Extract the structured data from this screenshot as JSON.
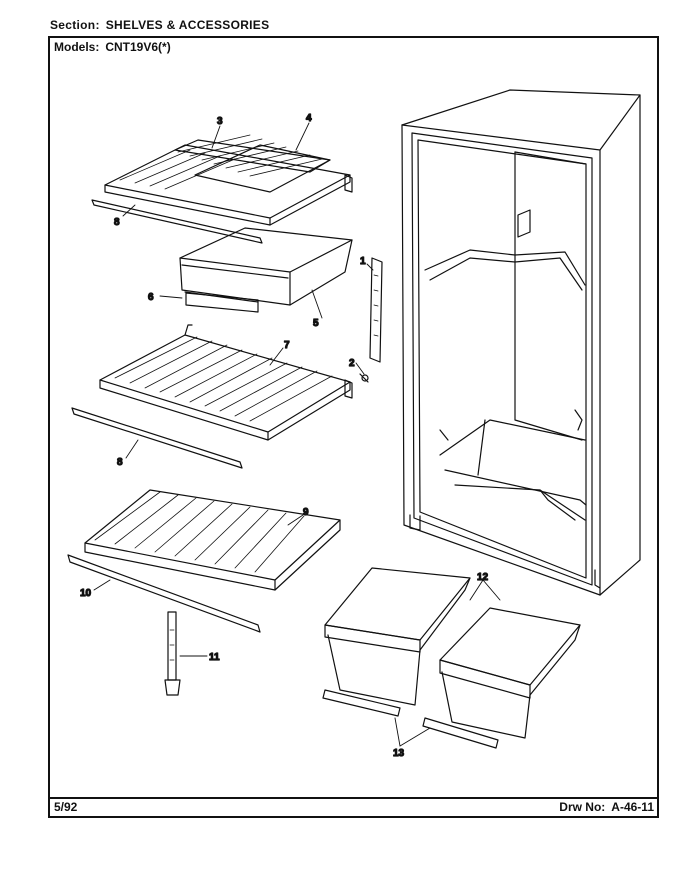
{
  "header": {
    "section_label": "Section:",
    "section_value": "SHELVES & ACCESSORIES",
    "models_label": "Models:",
    "models_value": "CNT19V6(*)"
  },
  "footer": {
    "date": "5/92",
    "drawing_label": "Drw No:",
    "drawing_value": "A-46-11"
  },
  "callouts": {
    "c1": "1",
    "c2": "2",
    "c3": "3",
    "c4": "4",
    "c5": "5",
    "c6": "6",
    "c7": "7",
    "c8a": "8",
    "c8b": "8",
    "c9": "9",
    "c10": "10",
    "c11": "11",
    "c12": "12",
    "c13": "13"
  }
}
